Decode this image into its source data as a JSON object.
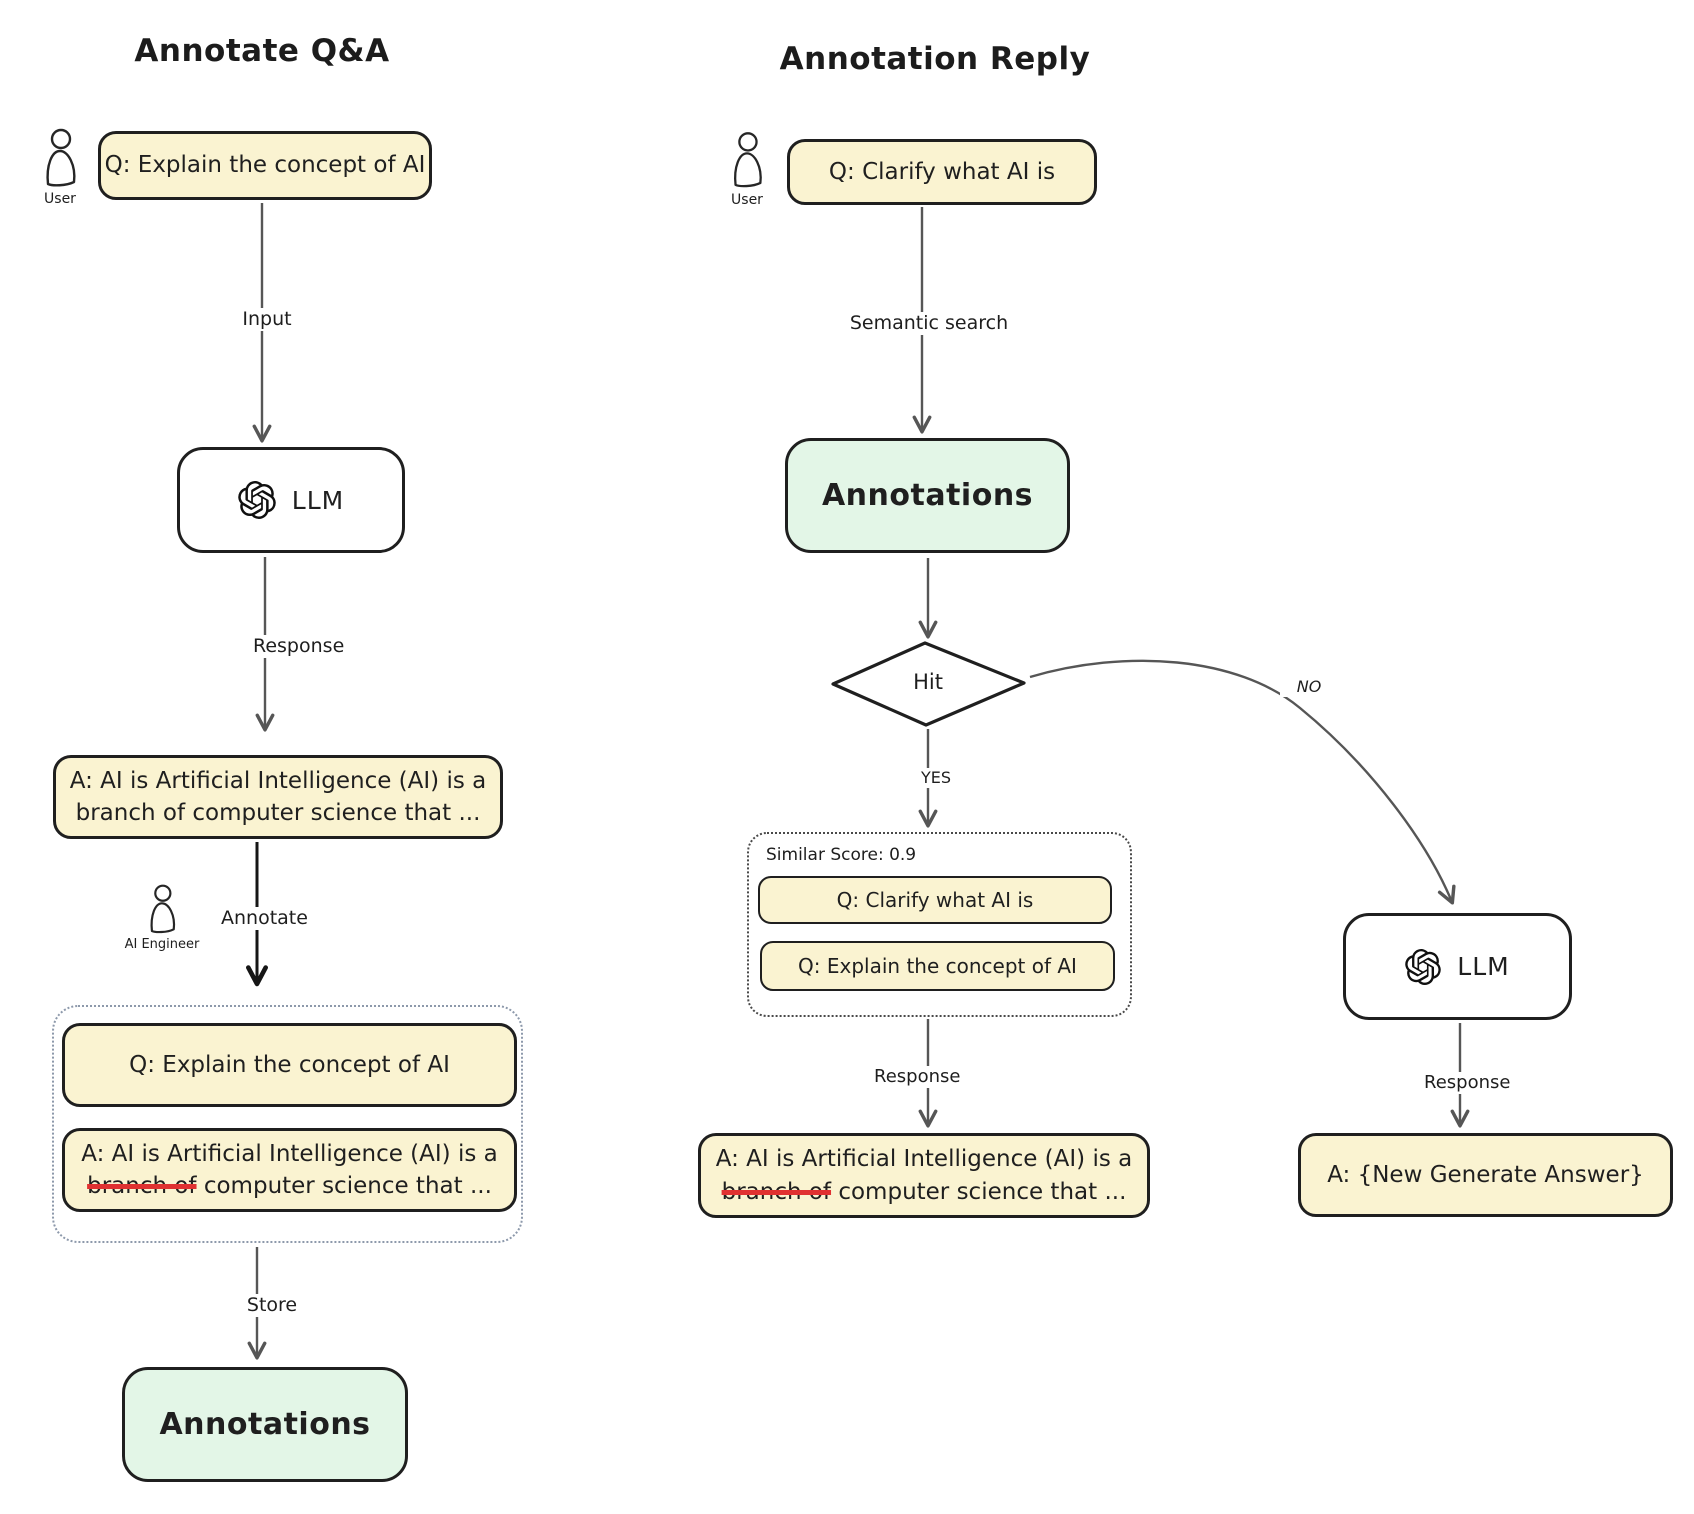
{
  "colors": {
    "box_yellow": "#faf3d1",
    "box_green": "#e3f6e7",
    "border": "#1f1f1f",
    "arrow": "#565656",
    "strike_red": "#e03131"
  },
  "left": {
    "title": "Annotate Q&A",
    "user_label": "User",
    "question": "Q: Explain the concept of AI",
    "input_label": "Input",
    "llm_label": "LLM",
    "response_label": "Response",
    "answer_line1": "A: AI is Artificial Intelligence (AI) is a",
    "answer_line2": "branch of computer science that ...",
    "annotate_label": "Annotate",
    "engineer_label": "AI Engineer",
    "group": {
      "question": "Q: Explain the concept of AI",
      "answer_line1": "A: AI is Artificial Intelligence (AI) is a",
      "answer_struck": "branch of",
      "answer_rest": " computer science that ..."
    },
    "store_label": "Store",
    "annotations_label": "Annotations"
  },
  "right": {
    "title": "Annotation Reply",
    "user_label": "User",
    "question": "Q: Clarify what AI is",
    "search_label": "Semantic search",
    "annotations_label": "Annotations",
    "hit_label": "Hit",
    "yes_label": "YES",
    "no_label": "NO",
    "group": {
      "score_label": "Similar Score: 0.9",
      "matched_question": "Q: Clarify what AI is",
      "original_question": "Q: Explain the concept of AI"
    },
    "response_label": "Response",
    "answer_line1": "A: AI is Artificial Intelligence (AI) is a",
    "answer_struck": "branch of",
    "answer_rest": " computer science that ...",
    "llm_label": "LLM",
    "llm_response_label": "Response",
    "new_answer": "A: {New Generate Answer}"
  }
}
